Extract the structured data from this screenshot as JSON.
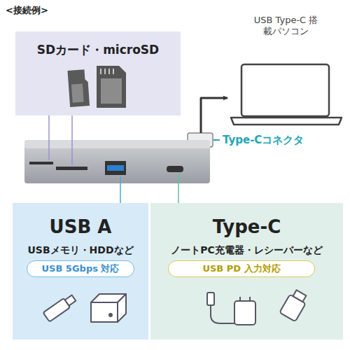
{
  "diagram": {
    "title": "<接続例>",
    "nodes": [
      {
        "text": [
          "SDカード・microSD"
        ]
      },
      {
        "text": [
          "USB Type-C 搭載パソコン"
        ]
      },
      {
        "text": [
          "Type-Cコネクタ"
        ]
      },
      {
        "text": [
          "USB A",
          "USBメモリ・HDDなど"
        ]
      },
      {
        "text": [
          "USB 5Gbps 対応"
        ],
        "in": 3
      },
      {
        "text": [
          "Type-C",
          "ノートPC充電器・レシーバーなど"
        ]
      },
      {
        "text": [
          "USB PD 入力対応"
        ],
        "in": 5
      }
    ],
    "edges": [
      {
        "from": 0,
        "to": 2,
        "arrow": "none"
      },
      {
        "from": 0,
        "to": 2,
        "arrow": "none"
      },
      {
        "from": 2,
        "to": 1,
        "arrow": "to"
      },
      {
        "from": 3,
        "to": 2,
        "arrow": "none"
      },
      {
        "from": 5,
        "to": 2,
        "arrow": "none"
      }
    ]
  }
}
